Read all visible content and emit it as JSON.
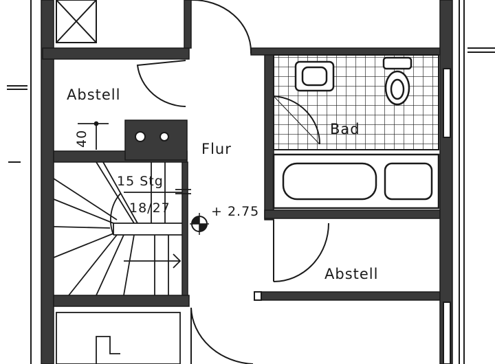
{
  "rooms": {
    "storage_left": "Abstell",
    "hallway": "Flur",
    "bathroom": "Bad",
    "storage_right": "Abstell"
  },
  "annotations": {
    "niche_depth": "40",
    "stairs_count": "15 Stg",
    "stairs_ratio": "18/27",
    "level": "+ 2.75"
  },
  "colors": {
    "ink": "#1a1a1a",
    "wall_fill": "#3a3a3a",
    "paper": "#ffffff"
  }
}
